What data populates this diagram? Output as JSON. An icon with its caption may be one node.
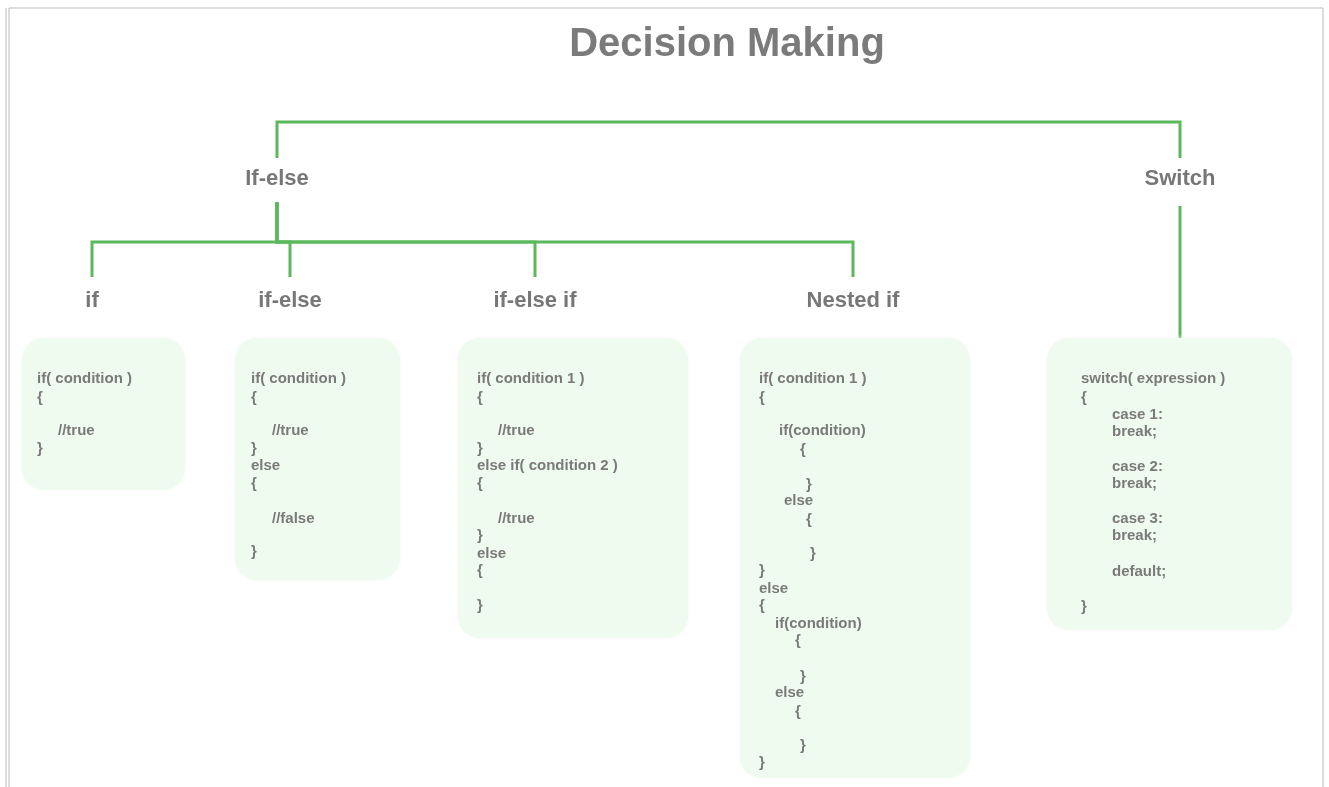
{
  "diagram": {
    "title": "Decision Making",
    "nodes": [
      {
        "text": [
          "If-else"
        ]
      },
      {
        "text": [
          "Switch"
        ]
      },
      {
        "text": [
          "if"
        ]
      },
      {
        "text": [
          "if-else"
        ]
      },
      {
        "text": [
          "if-else if"
        ]
      },
      {
        "text": [
          "Nested if"
        ]
      },
      {
        "text": [
          "if( condition )",
          "{",
          "//true",
          "}"
        ]
      },
      {
        "text": [
          "if( condition )",
          "{",
          "//true",
          "}",
          "else",
          "{",
          "//false",
          "}"
        ]
      },
      {
        "text": [
          "if( condition 1 )",
          "{",
          "//true",
          "}",
          "else if( condition 2 )",
          "{",
          "//true",
          "}",
          "else",
          "{",
          "}"
        ]
      },
      {
        "text": [
          "if( condition 1 )",
          "{",
          "if(condition)",
          "{",
          "}",
          "else",
          "{",
          "}",
          "}",
          "else",
          "{",
          "if(condition)",
          "{",
          "}",
          "else",
          "{",
          "}",
          "}"
        ]
      },
      {
        "text": [
          "switch( expression )",
          "{",
          "case 1:",
          "break;",
          "case 2:",
          "break;",
          "case 3:",
          "break;",
          "default;",
          "}"
        ]
      }
    ],
    "edges": [
      {
        "from": 0,
        "to": 1,
        "arrow": "none"
      },
      {
        "from": 0,
        "to": 2,
        "arrow": "none"
      },
      {
        "from": 0,
        "to": 3,
        "arrow": "none"
      },
      {
        "from": 0,
        "to": 4,
        "arrow": "none"
      },
      {
        "from": 0,
        "to": 5,
        "arrow": "none"
      },
      {
        "from": 1,
        "to": 10,
        "arrow": "none"
      }
    ]
  }
}
